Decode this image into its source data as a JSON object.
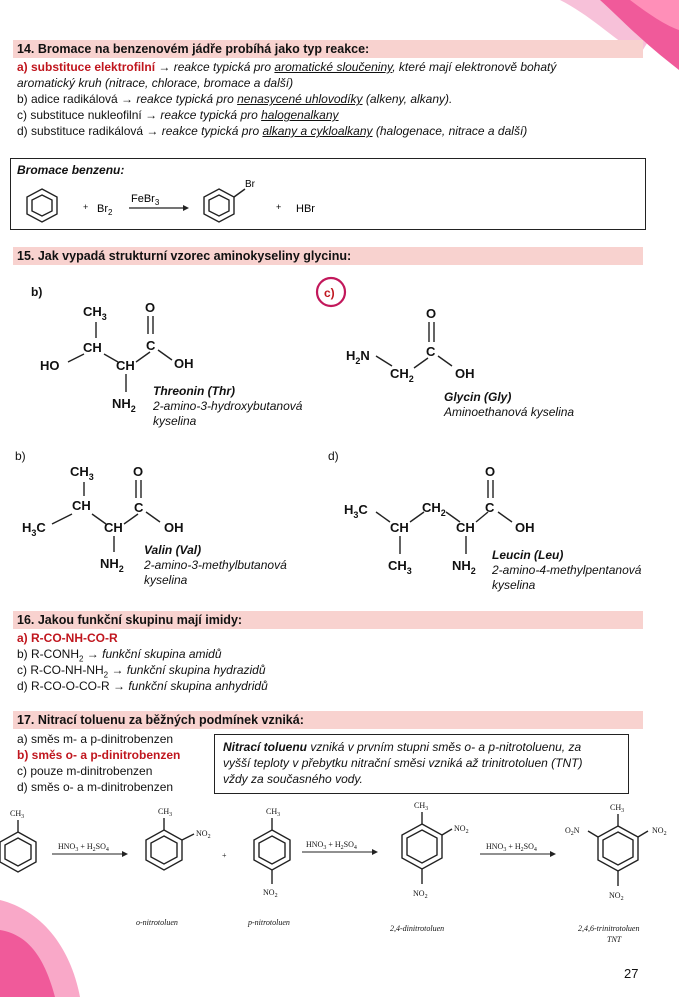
{
  "q14": {
    "heading": "14. Bromace na benzenovém jádře probíhá jako typ reakce:",
    "a_label": "a) substituce elektrofilní",
    "a_rest1": " → reakce typická pro ",
    "a_u": "aromatické sloučeniny",
    "a_rest2": ", které mají elektronově bohatý",
    "a_line2": "aromatický kruh (nitrace, chlorace, bromace a další)",
    "b_pre": "b) adice radikálová → ",
    "b_it": "reakce typická pro ",
    "b_u": "nenasycené uhlovodíky",
    "b_post": " (alkeny, alkany).",
    "c_pre": "c) substituce nukleofilní → ",
    "c_it": "reakce typická pro ",
    "c_u": "halogenalkany",
    "d_pre": "d) substituce radikálová → ",
    "d_it": "reakce typická pro ",
    "d_u": "alkany a cykloalkany",
    "d_post": " (halogenace, nitrace a další)"
  },
  "bromination": {
    "title": "Bromace benzenu:",
    "plus1": "+",
    "reagent": "Br",
    "reagent_sub": "2",
    "catalyst": "FeBr",
    "catalyst_sub": "3",
    "product_sub": "Br",
    "plus2": "+",
    "byproduct": "HBr"
  },
  "q15": {
    "heading": "15. Jak vypadá strukturní vzorec aminokyseliny glycinu:",
    "opt_b1": "b)",
    "opt_c": "c)",
    "opt_b2": "b)",
    "opt_d": "d)",
    "thr_name": "Threonin (Thr)",
    "thr_iupac1": "2-amino-3-hydroxybutanová",
    "thr_iupac2": "kyselina",
    "gly_name": "Glycin (Gly)",
    "gly_iupac": "Aminoethanová kyselina",
    "val_name": "Valin (Val)",
    "val_iupac1": "2-amino-3-methylbutanová",
    "val_iupac2": "kyselina",
    "leu_name": "Leucin (Leu)",
    "leu_iupac1": "2-amino-4-methylpentanová",
    "leu_iupac2": "kyselina",
    "atoms": {
      "ch3": "CH",
      "three": "3",
      "o": "O",
      "ch": "CH",
      "ho": "HO",
      "oh": "OH",
      "nh": "NH",
      "two": "2",
      "h2n": "H",
      "n": "N",
      "c": "C",
      "h3c": "H",
      "c3": "C",
      "ch2": "CH"
    }
  },
  "q16": {
    "heading": "16. Jakou funkční skupinu mají imidy:",
    "a": "a) R-CO-NH-CO-R",
    "b_pre": "b) R-CONH",
    "b_sub": "2",
    "b_it": " → funkční skupina amidů",
    "c_pre": "c) R-CO-NH-NH",
    "c_sub": "2",
    "c_it": " → funkční skupina hydrazidů",
    "d_pre": "d) R-CO-O-CO-R",
    "d_it": " → funkční skupina anhydridů"
  },
  "q17": {
    "heading": "17. Nitrací toluenu za běžných podmínek vzniká:",
    "a": "a) směs m- a p-dinitrobenzen",
    "b": "b) směs o- a p-dinitrobenzen",
    "c": "c) pouze m-dinitrobenzen",
    "d": "d) směs o- a m-dinitrobenzen",
    "note_bold": "Nitrací toluenu",
    "note_1": " vzniká v prvním stupni směs o- a p-nitrotoluenu, za",
    "note_2": "vyšší teploty v přebytku nitrační směsi vzniká až trinitrotoluen (TNT)",
    "note_3": "vždy za současného vody."
  },
  "nitration": {
    "reagent": "HNO",
    "reagent_sub3": "3",
    "reagent_mid": " + H",
    "reagent_sub2": "2",
    "reagent_end": "SO",
    "reagent_sub4": "4",
    "plus": "+",
    "ch3": "CH",
    "ch3_sub": "3",
    "no2": "NO",
    "no2_sub": "2",
    "o2n": "O",
    "o2n_n": "N",
    "label_o": "o-nitrotoluen",
    "label_p": "p-nitrotoluen",
    "label_24": "2,4-dinitrotoluen",
    "label_tnt1": "2,4,6-trinitrotoluen",
    "label_tnt2": "TNT"
  },
  "page_number": "27",
  "colors": {
    "accent": "#f8d2cf",
    "red": "#c0161e",
    "circle": "#c2185b",
    "decor1": "#f05a9a",
    "decor2": "#f9a8c8"
  }
}
